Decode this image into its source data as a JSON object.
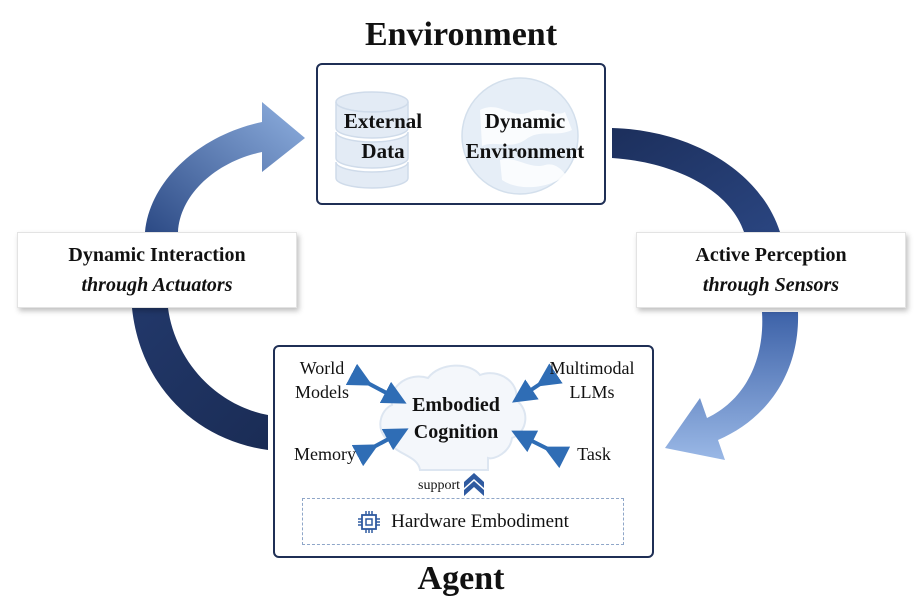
{
  "environment": {
    "title": "Environment",
    "external_data": [
      "External",
      "Data"
    ],
    "dynamic_environment": [
      "Dynamic",
      "Environment"
    ]
  },
  "agent": {
    "title": "Agent",
    "core": [
      "Embodied",
      "Cognition"
    ],
    "world_models": [
      "World",
      "Models"
    ],
    "memory": "Memory",
    "multimodal_llms": [
      "Multimodal",
      "LLMs"
    ],
    "task": "Task",
    "support": "support",
    "hardware": "Hardware Embodiment"
  },
  "left_label": {
    "line1": "Dynamic Interaction",
    "line2": "through Actuators"
  },
  "right_label": {
    "line1": "Active Perception",
    "line2": "through Sensors"
  },
  "colors": {
    "dark_navy": "#1f2f55",
    "cycle_dark": "#22386a",
    "cycle_light": "#8fb0e0",
    "link_arrow": "#2f6db5",
    "icon_faint": "#d6e2ef"
  }
}
